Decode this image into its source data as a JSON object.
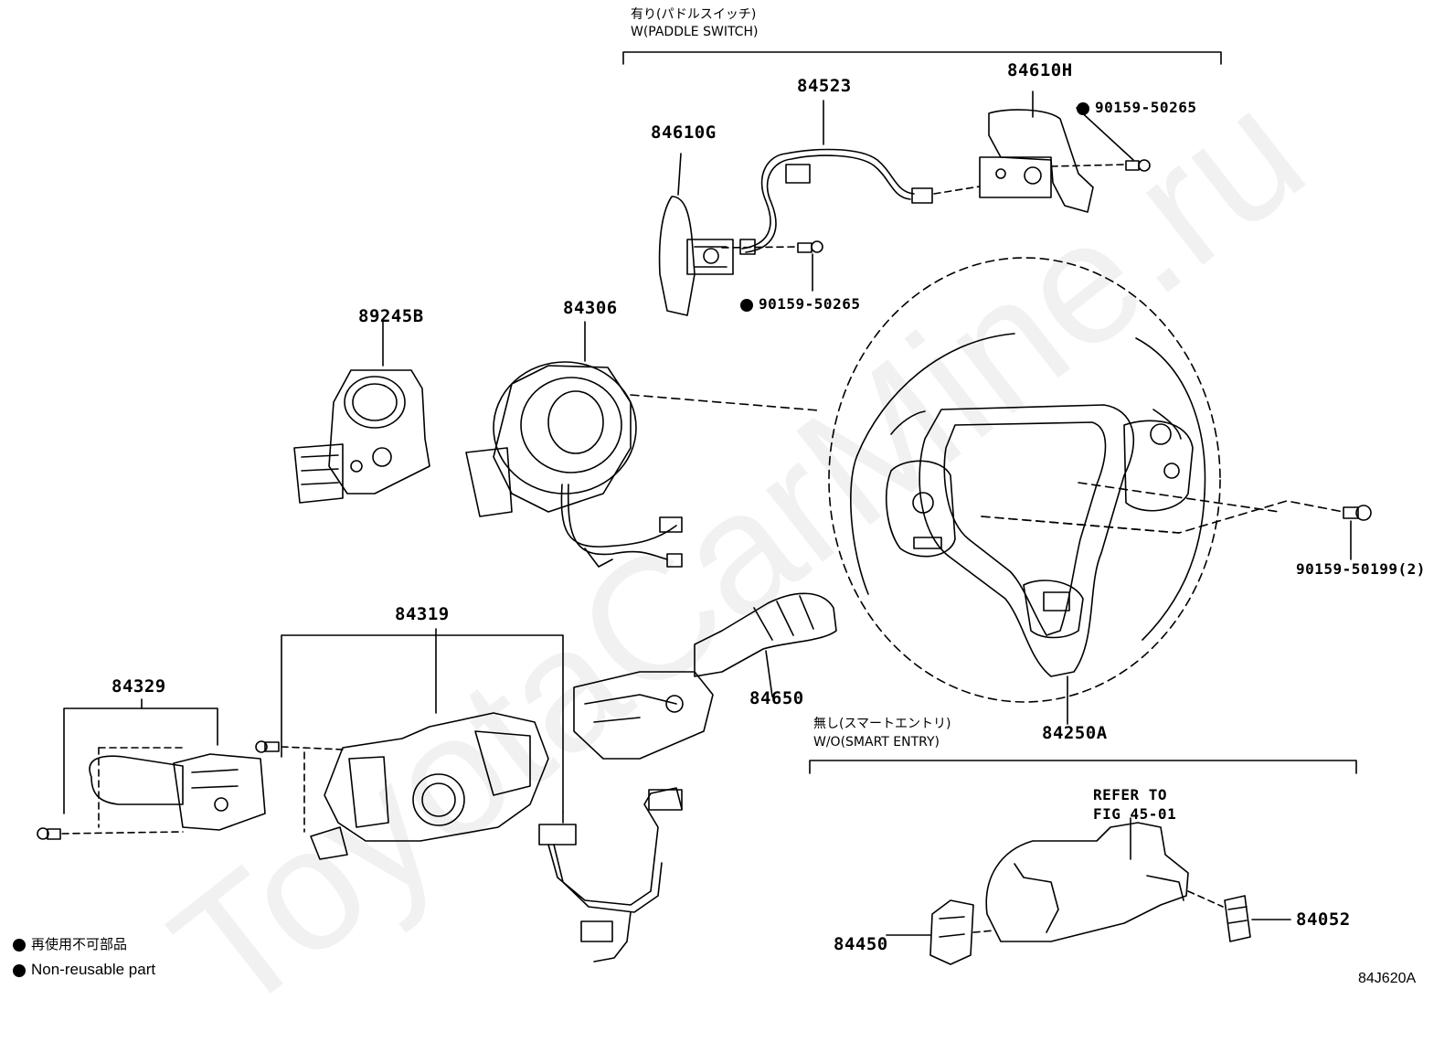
{
  "watermark": "ToyotaCarMine.ru",
  "headers": {
    "paddle_jp": "有り(パドルスイッチ)",
    "paddle_en": "W(PADDLE SWITCH)",
    "smart_jp": "無し(スマートエントリ)",
    "smart_en": "W/O(SMART ENTRY)"
  },
  "parts": {
    "p84523": "84523",
    "p84610H": "84610H",
    "p84610G": "84610G",
    "bolt_upper": "90159-50265",
    "bolt_lower": "90159-50265",
    "p89245B": "89245B",
    "p84306": "84306",
    "bolt_wheel": "90159-50199(2)",
    "p84319": "84319",
    "p84329": "84329",
    "p84650": "84650",
    "p84250A": "84250A",
    "refer_line1": "REFER TO",
    "refer_line2": "FIG 45-01",
    "p84450": "84450",
    "p84052": "84052"
  },
  "legend": {
    "jp": "再使用不可部品",
    "en": "Non-reusable part"
  },
  "figure_code": "84J620A"
}
